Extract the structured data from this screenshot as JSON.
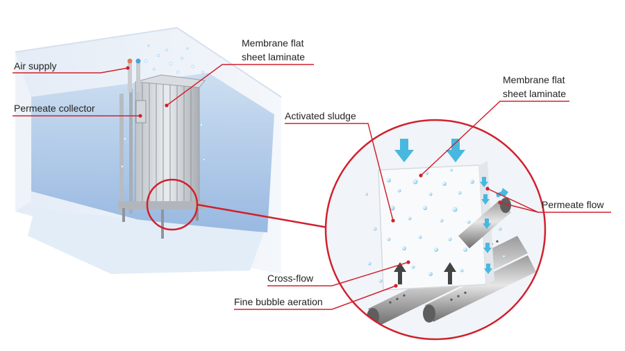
{
  "labels": {
    "air_supply": "Air supply",
    "membrane_left_line1": "Membrane flat",
    "membrane_left_line2": "sheet laminate",
    "permeate_collector": "Permeate collector",
    "membrane_right_line1": "Membrane flat",
    "membrane_right_line2": "sheet laminate",
    "activated_sludge": "Activated sludge",
    "permeate_flow": "Permeate flow",
    "cross_flow": "Cross-flow",
    "fine_bubble_aeration": "Fine bubble aeration"
  },
  "colors": {
    "callout_red": "#d0202d",
    "arrow_blue": "#48b8df",
    "arrow_dark": "#444444",
    "water_blue": "#a9c6e6",
    "bubble_blue": "#8fd0ef"
  }
}
